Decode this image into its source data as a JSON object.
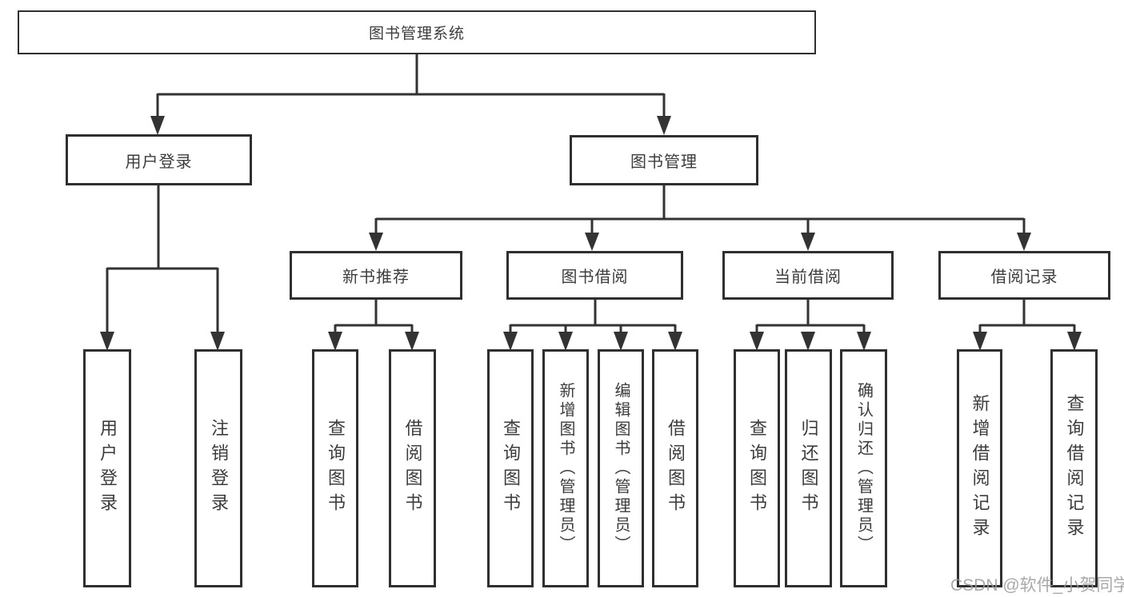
{
  "diagram": {
    "title": "图书管理系统",
    "type": "hierarchy",
    "colors": {
      "line": "#333333",
      "box_border": "#2f2f2f",
      "box_fill": "#ffffff",
      "text": "#3c3c3c",
      "watermark": "#9b9b9b",
      "background": "#ffffff"
    },
    "tree": {
      "root": "图书管理系统",
      "children": [
        {
          "label": "用户登录",
          "children": [
            "用户登录",
            "注销登录"
          ]
        },
        {
          "label": "图书管理",
          "children": [
            {
              "label": "新书推荐",
              "children": [
                "查询图书",
                "借阅图书"
              ]
            },
            {
              "label": "图书借阅",
              "children": [
                "查询图书",
                "新增图书（管理员）",
                "编辑图书（管理员）",
                "借阅图书"
              ]
            },
            {
              "label": "当前借阅",
              "children": [
                "查询图书",
                "归还图书",
                "确认归还（管理员）"
              ]
            },
            {
              "label": "借阅记录",
              "children": [
                "新增借阅记录",
                "查询借阅记录"
              ]
            }
          ]
        }
      ]
    }
  },
  "watermark": {
    "text": "CSDN @软件_小贺同学"
  }
}
